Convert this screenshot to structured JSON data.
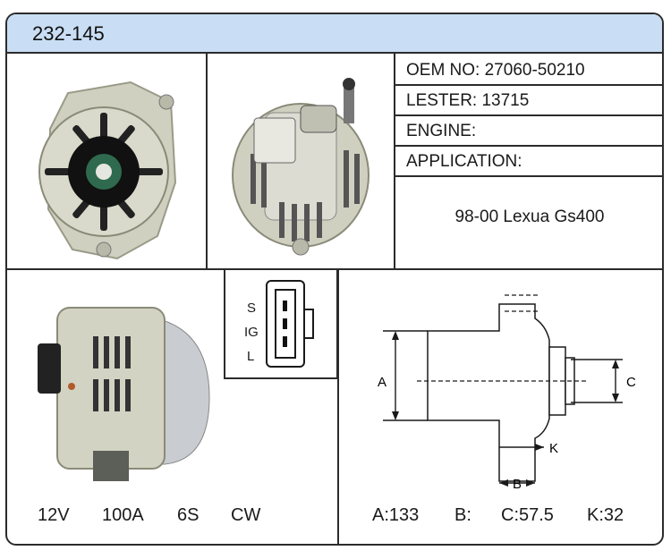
{
  "header": {
    "part_number": "232-145"
  },
  "info": {
    "oem_no": "OEM NO: 27060-50210",
    "lester": "LESTER: 13715",
    "engine": "ENGINE:",
    "application": "APPLICATION:",
    "application_value": "98-00 Lexua Gs400"
  },
  "connector": {
    "pins": [
      "S",
      "IG",
      "L"
    ]
  },
  "specs_left": {
    "voltage": "12V",
    "amperage": "100A",
    "pulley": "6S",
    "rotation": "CW"
  },
  "dimensions": {
    "label_a": "A",
    "label_b": "B",
    "label_c": "C",
    "label_k": "K",
    "a": "A:133",
    "b": "B:",
    "c": "C:57.5",
    "k": "K:32"
  },
  "colors": {
    "header_bg": "#c9def4",
    "border": "#2b2b2b",
    "metal": "#cfd0c0"
  }
}
